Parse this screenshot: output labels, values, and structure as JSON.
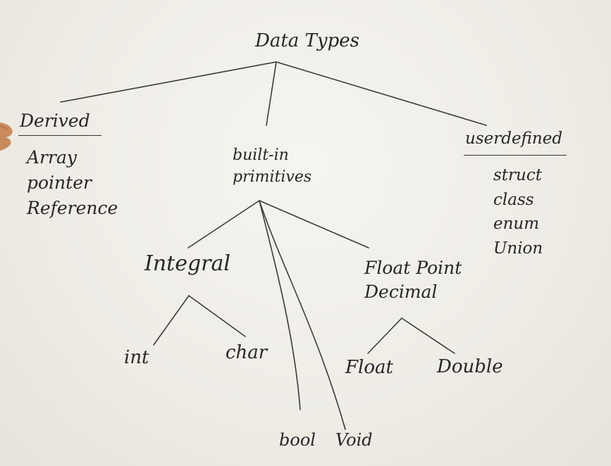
{
  "diagram": {
    "root": "Data Types",
    "derived": {
      "heading": "Derived",
      "items": [
        "Array",
        "pointer",
        "Reference"
      ]
    },
    "builtin": {
      "line1": "built-in",
      "line2": "primitives"
    },
    "userdefined": {
      "heading": "userdefined",
      "items": [
        "struct",
        "class",
        "enum",
        "Union"
      ]
    },
    "integral": {
      "label": "Integral",
      "children": [
        "int",
        "char"
      ]
    },
    "floatpoint": {
      "line1": "Float Point",
      "line2": "Decimal",
      "children": [
        "Float",
        "Double"
      ]
    },
    "other_primitives": [
      "bool",
      "Void"
    ]
  },
  "colors": {
    "board": "#efede6",
    "ink": "#262626",
    "hand": "#c98a5c"
  }
}
